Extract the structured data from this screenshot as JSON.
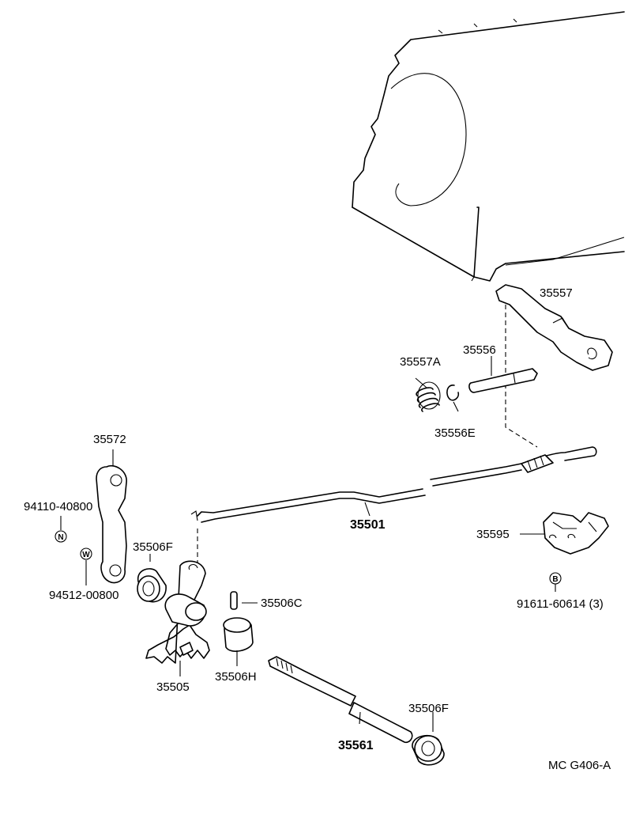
{
  "labels": {
    "p35557": "35557",
    "p35557A": "35557A",
    "p35556": "35556",
    "p35556E": "35556E",
    "p35572": "35572",
    "p94110": "94110-40800",
    "p35506F_a": "35506F",
    "p94512": "94512-00800",
    "p35501": "35501",
    "p35595": "35595",
    "p91611": "91611-60614 (3)",
    "p35506C": "35506C",
    "p35505": "35505",
    "p35506H": "35506H",
    "p35506F_b": "35506F",
    "p35561": "35561",
    "code": "MC G406-A"
  },
  "symbols": {
    "nut": "N",
    "washer": "W",
    "bolt": "B"
  }
}
